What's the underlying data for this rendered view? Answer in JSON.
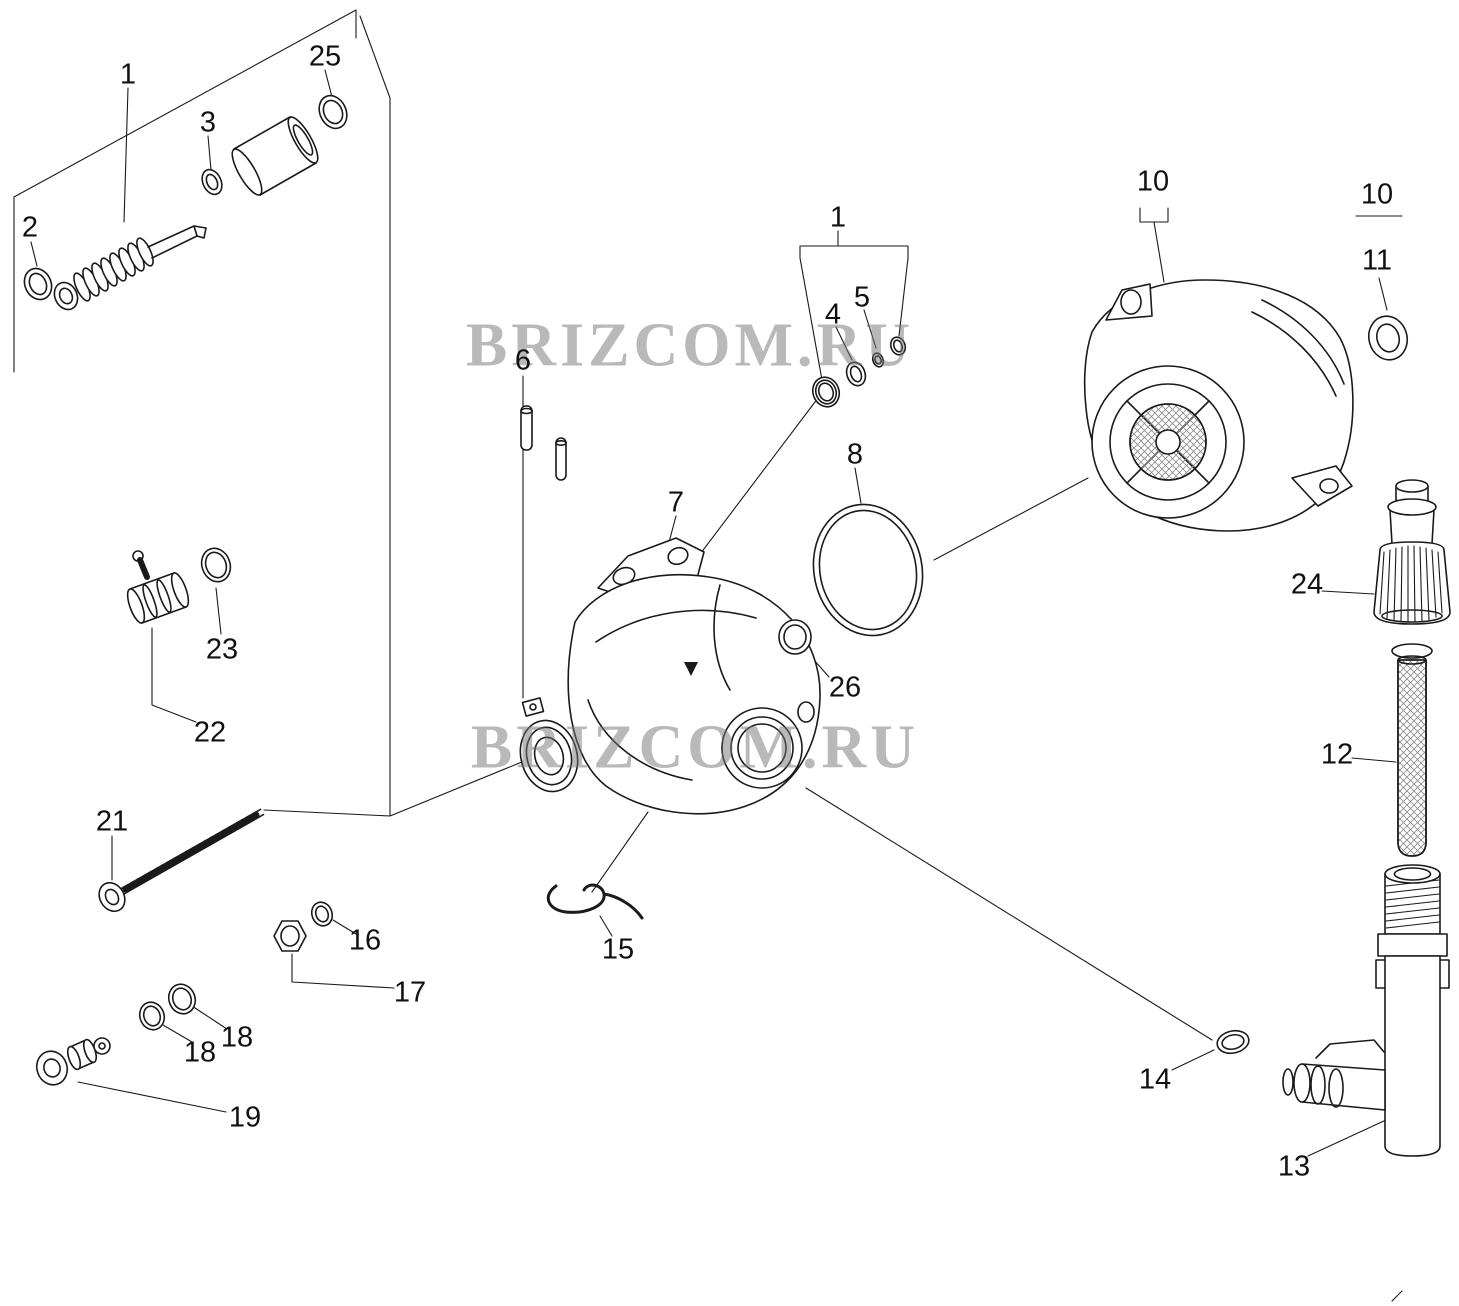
{
  "page": {
    "background": "#ffffff",
    "line_color": "#1a1a1a",
    "watermark_color": "#737373"
  },
  "diagram": {
    "type": "exploded-parts-diagram",
    "watermarks": [
      {
        "text": "BRIZCOM.RU"
      },
      {
        "text": "BRIZCOM.RU"
      }
    ],
    "callouts": [
      {
        "label": "1"
      },
      {
        "label": "25"
      },
      {
        "label": "3"
      },
      {
        "label": "2"
      },
      {
        "label": "6"
      },
      {
        "label": "7"
      },
      {
        "label": "1"
      },
      {
        "label": "4"
      },
      {
        "label": "5"
      },
      {
        "label": "8"
      },
      {
        "label": "26"
      },
      {
        "label": "10"
      },
      {
        "label": "10"
      },
      {
        "label": "11"
      },
      {
        "label": "24"
      },
      {
        "label": "12"
      },
      {
        "label": "23"
      },
      {
        "label": "22"
      },
      {
        "label": "21"
      },
      {
        "label": "16"
      },
      {
        "label": "17"
      },
      {
        "label": "15"
      },
      {
        "label": "18"
      },
      {
        "label": "18"
      },
      {
        "label": "19"
      },
      {
        "label": "14"
      },
      {
        "label": "13"
      }
    ]
  }
}
